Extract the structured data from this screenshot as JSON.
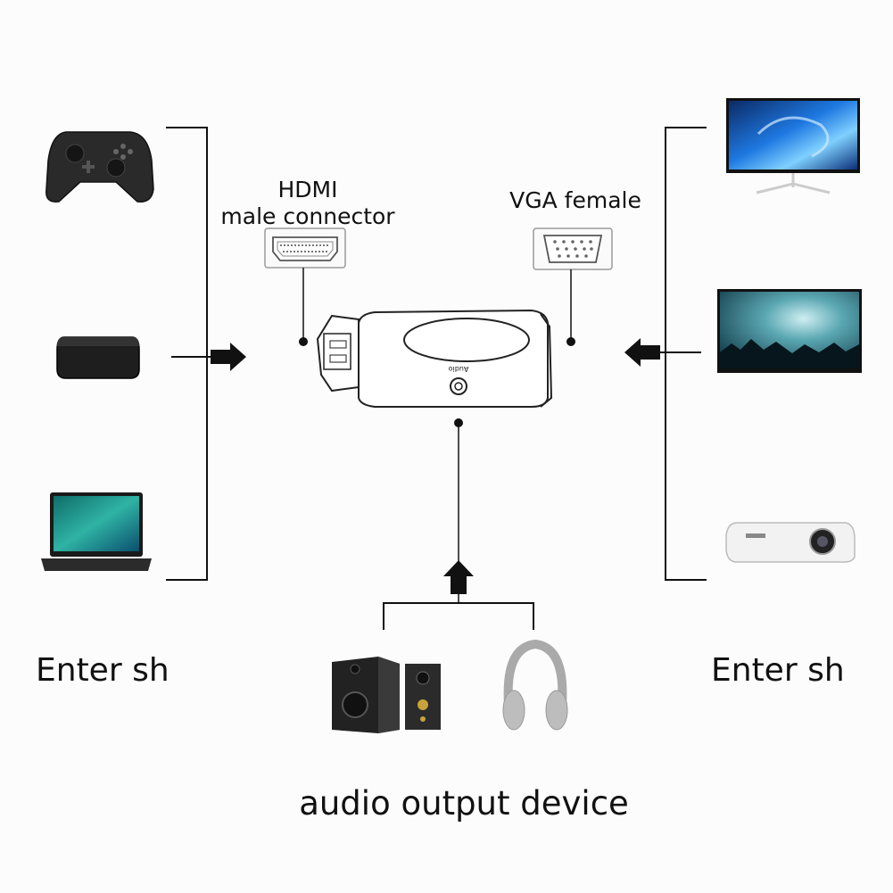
{
  "labels": {
    "hdmi_line1": "HDMI",
    "hdmi_line2": "male connector",
    "vga": "VGA female",
    "audio_port": "Audio",
    "enter_left": "Enter sh",
    "enter_right": "Enter sh",
    "audio_output": "audio output device"
  },
  "colors": {
    "line": "#111111",
    "adapter_outline": "#222222",
    "screen_blue": "#1d6fd8",
    "device_dark": "#222222"
  }
}
